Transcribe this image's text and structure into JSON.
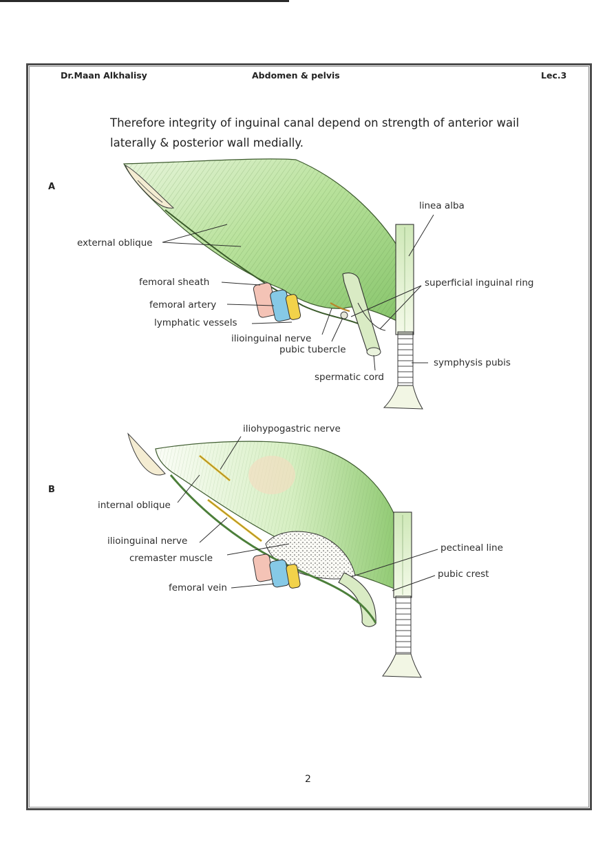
{
  "header": {
    "author": "Dr.Maan Alkhalisy",
    "subject": "Abdomen & pelvis",
    "lecture": "Lec.3"
  },
  "body_text": "Therefore integrity of inguinal canal depend on strength of anterior wail laterally & posterior wall medially.",
  "figure_a": {
    "label": "A",
    "labels": {
      "external_oblique": "external oblique",
      "femoral_sheath": "femoral sheath",
      "femoral_artery": "femoral artery",
      "lymphatic_vessels": "lymphatic vessels",
      "ilioinguinal_nerve": "ilioinguinal nerve",
      "pubic_tubercle": "pubic tubercle",
      "spermatic_cord": "spermatic cord",
      "linea_alba": "linea alba",
      "superficial_inguinal_ring": "superficial inguinal ring",
      "symphysis_pubis": "symphysis pubis"
    }
  },
  "figure_b": {
    "label": "B",
    "labels": {
      "iliohypogastric_nerve": "iliohypogastric nerve",
      "internal_oblique": "internal oblique",
      "ilioinguinal_nerve": "ilioinguinal nerve",
      "cremaster_muscle": "cremaster muscle",
      "femoral_vein": "femoral vein",
      "pectineal_line": "pectineal line",
      "pubic_crest": "pubic crest"
    }
  },
  "page_number": "2",
  "colors": {
    "muscle_green": "#a8d98a",
    "muscle_light": "#e4f3d4",
    "artery_pink": "#f1b6ad",
    "vein_blue": "#7fc6e4",
    "lymph_yellow": "#f2d24a",
    "ink": "#2c2c2c"
  }
}
